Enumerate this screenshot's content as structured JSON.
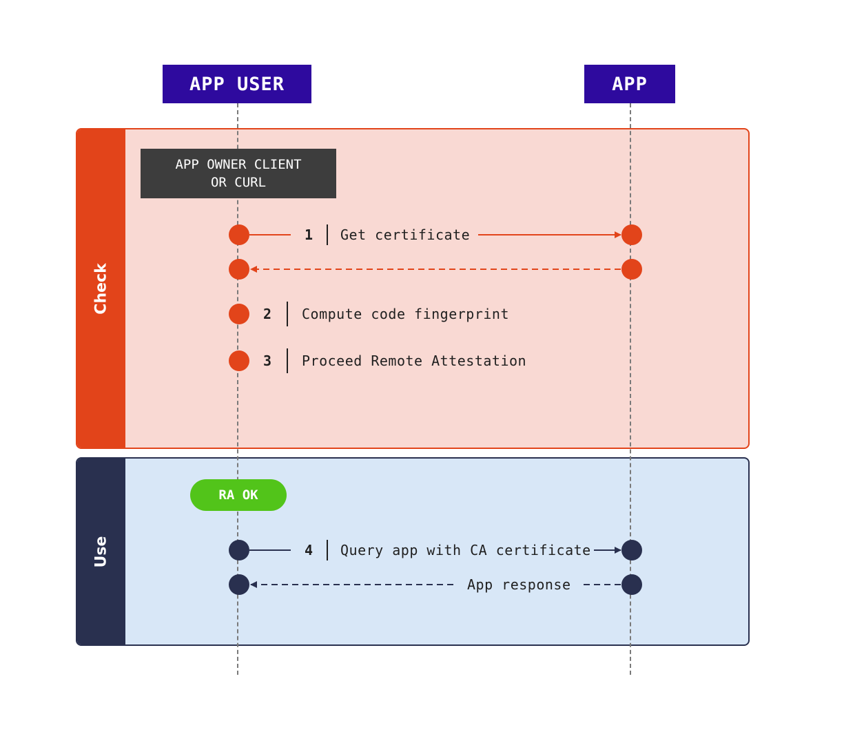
{
  "participants": {
    "app_user": "APP USER",
    "app": "APP"
  },
  "sections": {
    "check": {
      "label": "Check",
      "client_box": [
        "APP OWNER CLIENT",
        "OR CURL"
      ],
      "steps": [
        {
          "number": "1",
          "text": "Get certificate"
        },
        {
          "number": "2",
          "text": "Compute code fingerprint"
        },
        {
          "number": "3",
          "text": "Proceed Remote Attestation"
        }
      ]
    },
    "use": {
      "label": "Use",
      "status": "RA OK",
      "steps": [
        {
          "number": "4",
          "text": "Query app with CA certificate"
        }
      ],
      "response": "App response"
    }
  },
  "colors": {
    "header": "#2e0a9e",
    "check_accent": "#e2441a",
    "check_bg": "#f9d9d3",
    "use_accent": "#29304f",
    "use_bg": "#d8e7f7",
    "ok": "#52c41a"
  }
}
